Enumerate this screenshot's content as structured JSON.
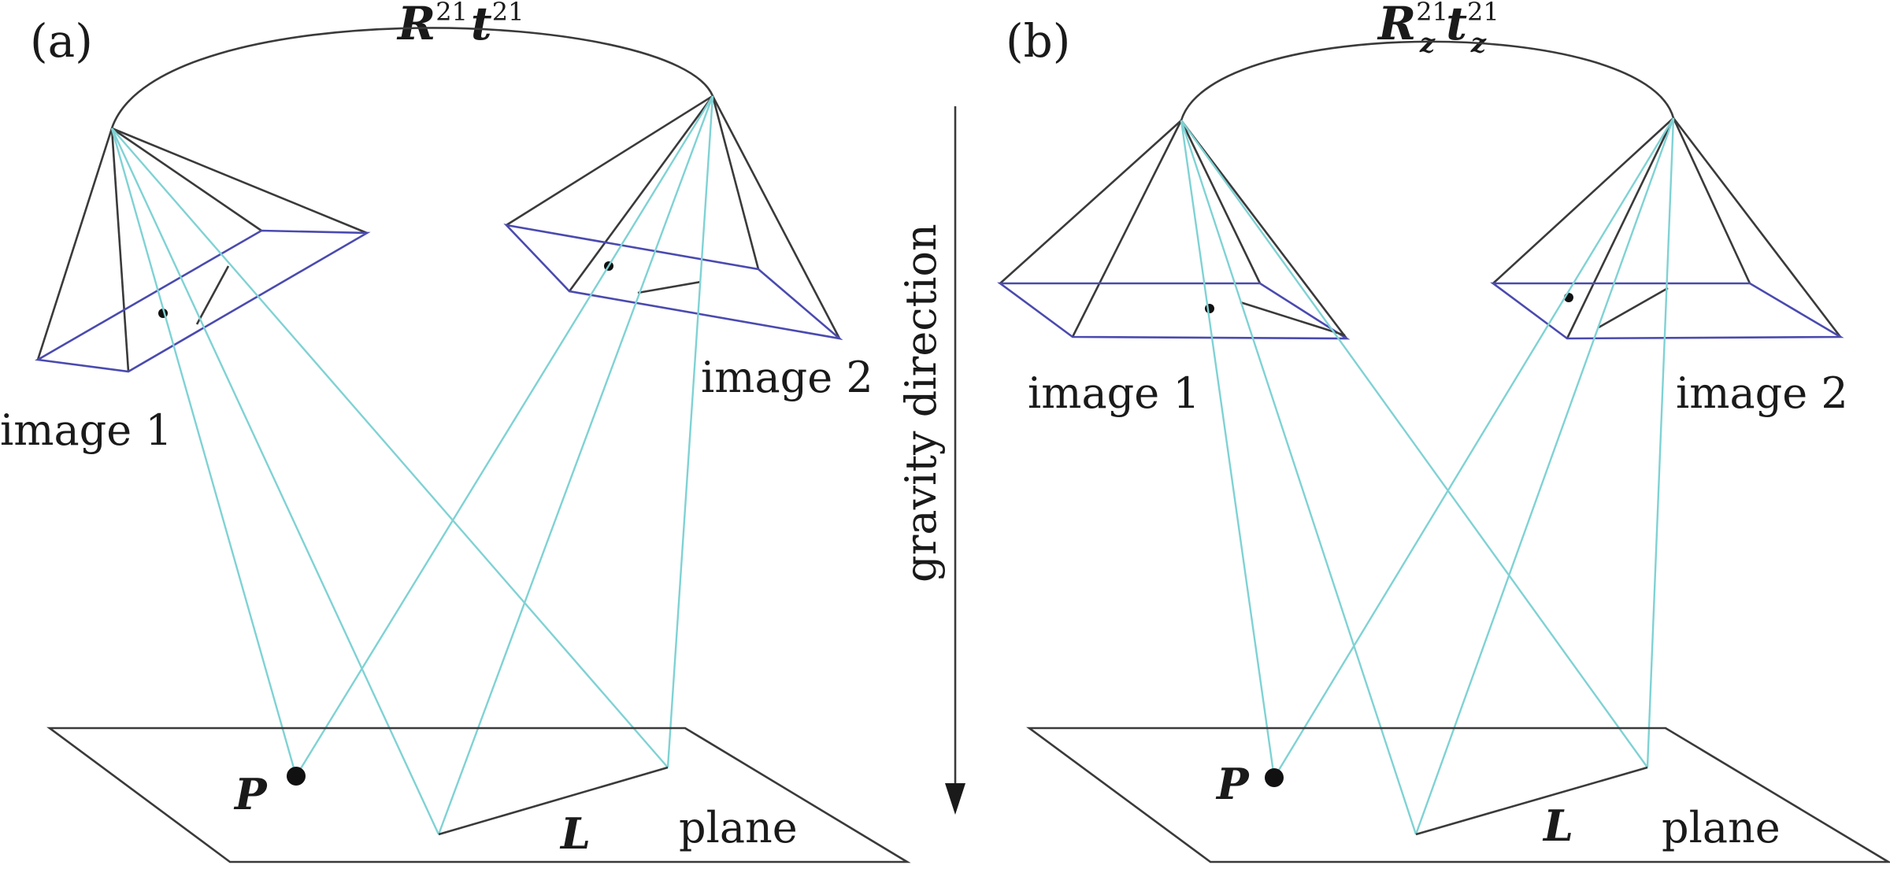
{
  "panels": [
    {
      "tag": "(a)",
      "transform": {
        "R": "R",
        "t": "t",
        "sup": "21",
        "sub": ""
      },
      "image1_label": "image 1",
      "image2_label": "image 2",
      "point_label": "P",
      "line_label": "L",
      "plane_label": "plane"
    },
    {
      "tag": "(b)",
      "transform": {
        "R": "R",
        "t": "t",
        "sup": "21",
        "sub": "z"
      },
      "image1_label": "image 1",
      "image2_label": "image 2",
      "point_label": "P",
      "line_label": "L",
      "plane_label": "plane"
    }
  ],
  "gravity_label": "gravity direction",
  "colors": {
    "edge": "#3a3a3a",
    "frame": "#4a4ab0",
    "ray": "#7fd2d4",
    "text": "#1a1a1a"
  }
}
